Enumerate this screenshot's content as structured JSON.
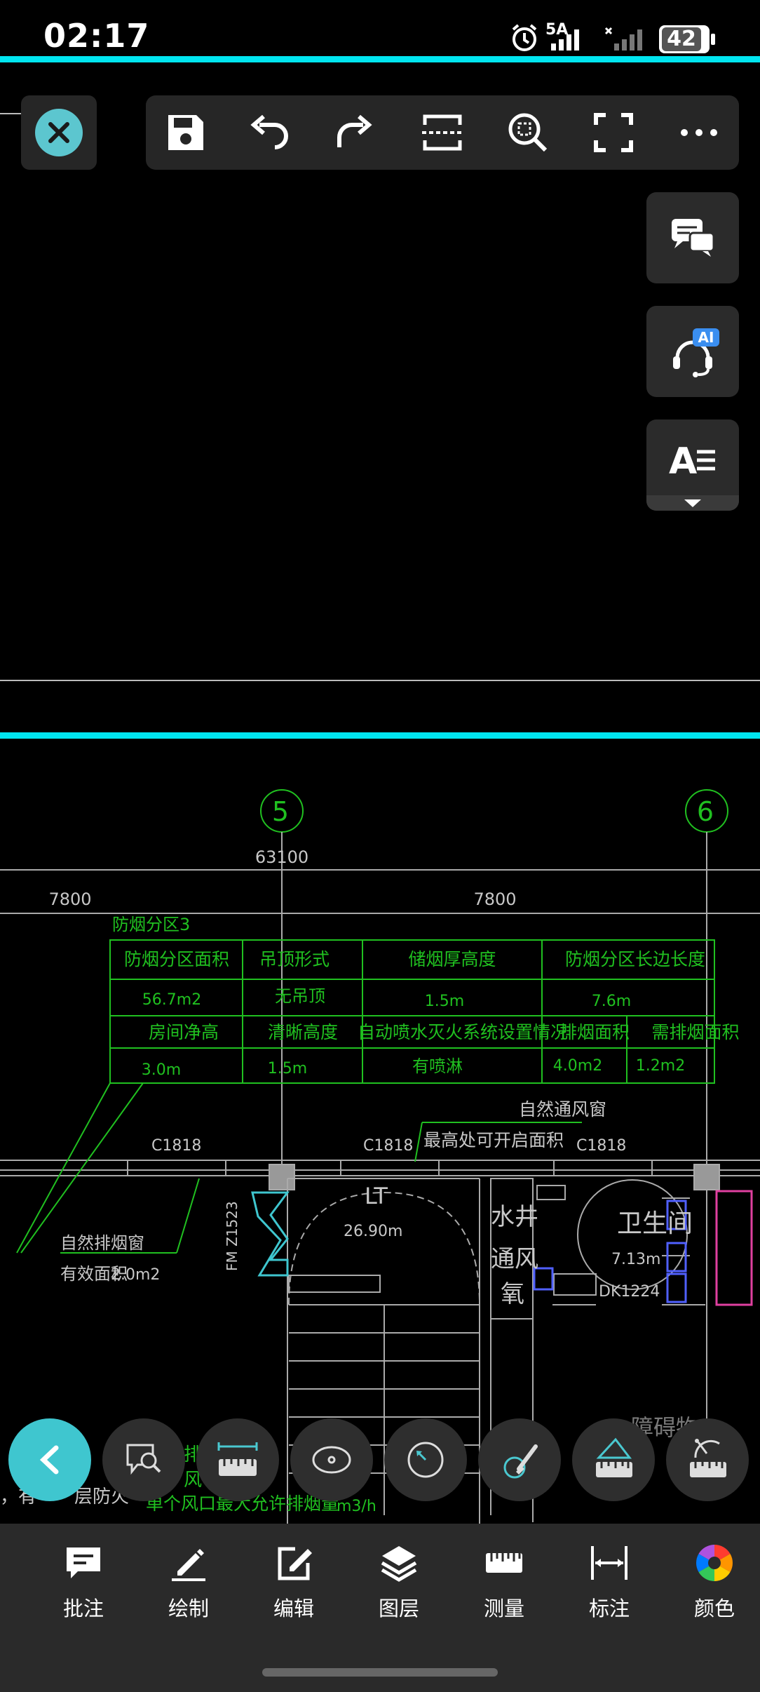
{
  "status_bar": {
    "time": "02:17",
    "network_label": "5A",
    "battery": "42"
  },
  "toolbar": {
    "close_icon": "close-icon",
    "icons": [
      "save-icon",
      "undo-icon",
      "redo-icon",
      "section-cut-icon",
      "zoom-region-icon",
      "fullscreen-icon",
      "more-icon"
    ]
  },
  "side_buttons": {
    "comment_icon": "chat-icon",
    "ai_badge": "AI",
    "text_icon_label": "A"
  },
  "drawing": {
    "grid_axes": [
      "5",
      "6"
    ],
    "dim_total": "63100",
    "dim_left": "7800",
    "dim_right": "7800",
    "zone_title": "防烟分区3",
    "table": {
      "header_row1": [
        "防烟分区面积",
        "吊顶形式",
        "储烟厚高度",
        "防烟分区长边长度"
      ],
      "value_row1": [
        "56.7m2",
        "无吊顶",
        "1.5m",
        "7.6m"
      ],
      "header_row2": [
        "房间净高",
        "清晰高度",
        "自动喷水灭火系统设置情况",
        "排烟面积",
        "需排烟面积"
      ],
      "value_row2": [
        "3.0m",
        "1.5m",
        "有喷淋",
        "4.0m2",
        "1.2m2"
      ]
    },
    "labels": {
      "natural_vent": "自然通风窗",
      "max_open_area": "最高处可开启面积",
      "win_c1818_a": "C1818",
      "win_c1818_b": "C1818",
      "win_c1818_c": "C1818",
      "natural_smoke_window": "自然排烟窗",
      "effective_area": "有效面积",
      "effective_area_val": "2.0m2",
      "elevator": "LT",
      "elevator_area": "26.90m",
      "door_code": "FM Z1523",
      "water_well": "水井",
      "vent_shaft": "通风",
      "oxygen": "氧",
      "toilet": "卫生间",
      "toilet_area": "7.13m",
      "door_dk": "DK1224",
      "fragment_1": "，有",
      "fragment_2": "层防火",
      "fragment_3": "单个风口最大允许排烟量",
      "fragment_4": "m3/h",
      "fragment_5": "障碍物",
      "fragment_6": "排",
      "fragment_7": "风"
    }
  },
  "tools": {
    "icons": [
      "back-chevron-icon",
      "comment-search-icon",
      "ruler-length-icon",
      "ellipse-measure-icon",
      "circle-radius-icon",
      "brush-icon",
      "angle-ruler-icon",
      "arc-ruler-icon"
    ]
  },
  "bottom_nav": {
    "items": [
      {
        "label": "批注",
        "icon": "annotation-icon"
      },
      {
        "label": "绘制",
        "icon": "pen-icon"
      },
      {
        "label": "编辑",
        "icon": "edit-icon"
      },
      {
        "label": "图层",
        "icon": "layers-icon"
      },
      {
        "label": "测量",
        "icon": "ruler-icon"
      },
      {
        "label": "标注",
        "icon": "dimension-icon"
      },
      {
        "label": "颜色",
        "icon": "color-wheel-icon"
      }
    ]
  }
}
